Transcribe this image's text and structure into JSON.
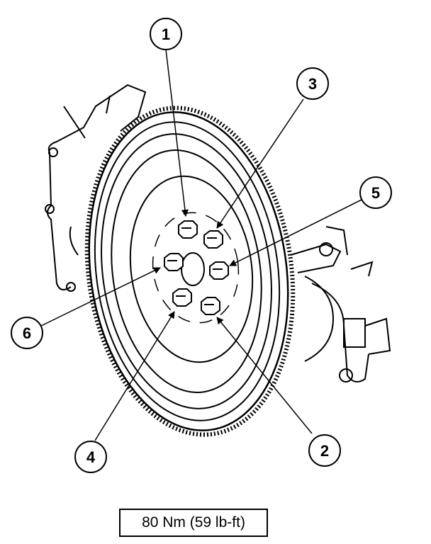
{
  "callouts": [
    {
      "label": "1"
    },
    {
      "label": "2"
    },
    {
      "label": "3"
    },
    {
      "label": "4"
    },
    {
      "label": "5"
    },
    {
      "label": "6"
    }
  ],
  "torque_spec": "80 Nm (59 lb-ft)"
}
